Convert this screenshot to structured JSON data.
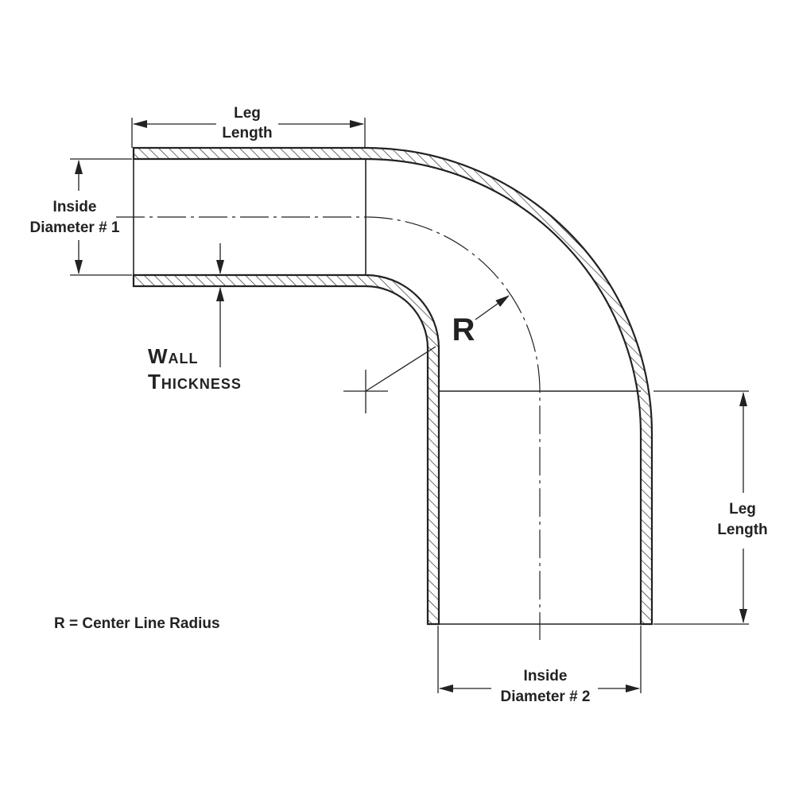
{
  "labels": {
    "leg_length_top_1": "Leg",
    "leg_length_top_2": "Length",
    "inside_diameter_1_a": "Inside",
    "inside_diameter_1_b": "Diameter # 1",
    "wall_thickness_1": "Wall",
    "wall_thickness_2": "Thickness",
    "radius": "R",
    "leg_length_right_1": "Leg",
    "leg_length_right_2": "Length",
    "inside_diameter_2_a": "Inside",
    "inside_diameter_2_b": "Diameter # 2",
    "legend": "R = Center Line Radius"
  },
  "colors": {
    "ink": "#222222",
    "background": "#ffffff"
  }
}
